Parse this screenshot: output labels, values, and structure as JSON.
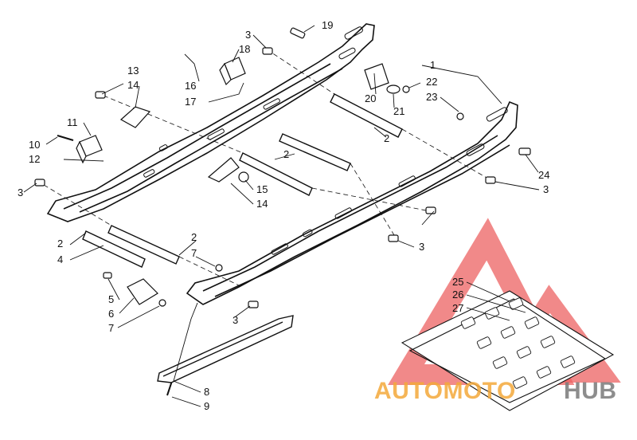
{
  "diagram": {
    "callouts": [
      {
        "id": "c1",
        "label": "1"
      },
      {
        "id": "c2a",
        "label": "2"
      },
      {
        "id": "c2b",
        "label": "2"
      },
      {
        "id": "c2c",
        "label": "2"
      },
      {
        "id": "c2d",
        "label": "2"
      },
      {
        "id": "c3a",
        "label": "3"
      },
      {
        "id": "c3b",
        "label": "3"
      },
      {
        "id": "c3c",
        "label": "3"
      },
      {
        "id": "c3d",
        "label": "3"
      },
      {
        "id": "c3e",
        "label": "3"
      },
      {
        "id": "c4",
        "label": "4"
      },
      {
        "id": "c5",
        "label": "5"
      },
      {
        "id": "c6",
        "label": "6"
      },
      {
        "id": "c7a",
        "label": "7"
      },
      {
        "id": "c7b",
        "label": "7"
      },
      {
        "id": "c8",
        "label": "8"
      },
      {
        "id": "c9",
        "label": "9"
      },
      {
        "id": "c10",
        "label": "10"
      },
      {
        "id": "c11",
        "label": "11"
      },
      {
        "id": "c12",
        "label": "12"
      },
      {
        "id": "c13",
        "label": "13"
      },
      {
        "id": "c14a",
        "label": "14"
      },
      {
        "id": "c14b",
        "label": "14"
      },
      {
        "id": "c15",
        "label": "15"
      },
      {
        "id": "c16",
        "label": "16"
      },
      {
        "id": "c17",
        "label": "17"
      },
      {
        "id": "c18",
        "label": "18"
      },
      {
        "id": "c19",
        "label": "19"
      },
      {
        "id": "c20",
        "label": "20"
      },
      {
        "id": "c21",
        "label": "21"
      },
      {
        "id": "c22",
        "label": "22"
      },
      {
        "id": "c23",
        "label": "23"
      },
      {
        "id": "c24",
        "label": "24"
      },
      {
        "id": "c25",
        "label": "25"
      },
      {
        "id": "c26",
        "label": "26"
      },
      {
        "id": "c27",
        "label": "27"
      }
    ]
  },
  "watermark": {
    "part1": "AUTOMOTO",
    "part2": "HUB",
    "color_main": "#f4a93a",
    "color_accent": "#7a7a7a",
    "logo_color": "#e83a3a"
  }
}
